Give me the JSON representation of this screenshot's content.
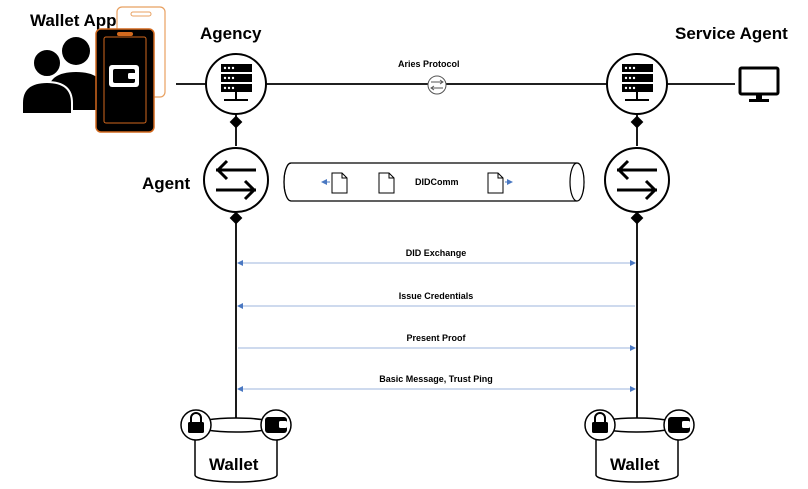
{
  "labels": {
    "wallet_app": "Wallet App",
    "agency": "Agency",
    "service_agent": "Service Agent",
    "agent": "Agent",
    "aries_protocol": "Aries Protocol",
    "didcomm": "DIDComm",
    "wallet_left": "Wallet",
    "wallet_right": "Wallet"
  },
  "messages": [
    {
      "label": "DID Exchange",
      "direction": "both"
    },
    {
      "label": "Issue Credentials",
      "direction": "to-left"
    },
    {
      "label": "Present Proof",
      "direction": "to-right"
    },
    {
      "label": "Basic Message, Trust Ping",
      "direction": "both"
    }
  ],
  "colors": {
    "arrow": "#4a78c2",
    "message_line": "#9db5dd",
    "phone_outline": "#e8a060",
    "phone_inner": "#d2691e",
    "stroke": "#000000"
  }
}
